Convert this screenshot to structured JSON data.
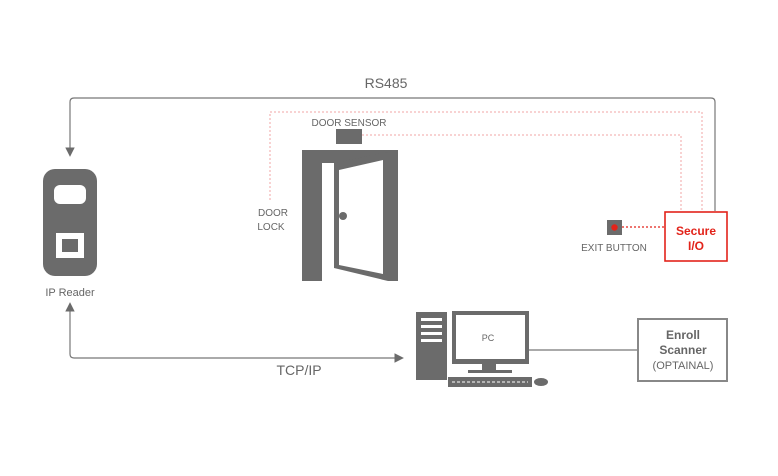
{
  "labels": {
    "rs485": "RS485",
    "door_sensor": "DOOR SENSOR",
    "door_lock_1": "DOOR",
    "door_lock_2": "LOCK",
    "exit_button": "EXIT BUTTON",
    "secure_io_1": "Secure",
    "secure_io_2": "I/O",
    "ip_reader": "IP Reader",
    "tcp_ip": "TCP/IP",
    "pc": "PC",
    "enroll_1": "Enroll",
    "enroll_2": "Scanner",
    "enroll_3": "(OPTAINAL)"
  },
  "colors": {
    "device": "#6b6b6b",
    "line": "#777777",
    "accent": "#e2231a",
    "dotted": "#f2a5a5",
    "text": "#666666"
  },
  "icons": [
    "ip-reader-icon",
    "door-icon",
    "door-sensor-icon",
    "exit-button-icon",
    "pc-tower-icon",
    "monitor-icon",
    "keyboard-icon",
    "mouse-icon"
  ]
}
